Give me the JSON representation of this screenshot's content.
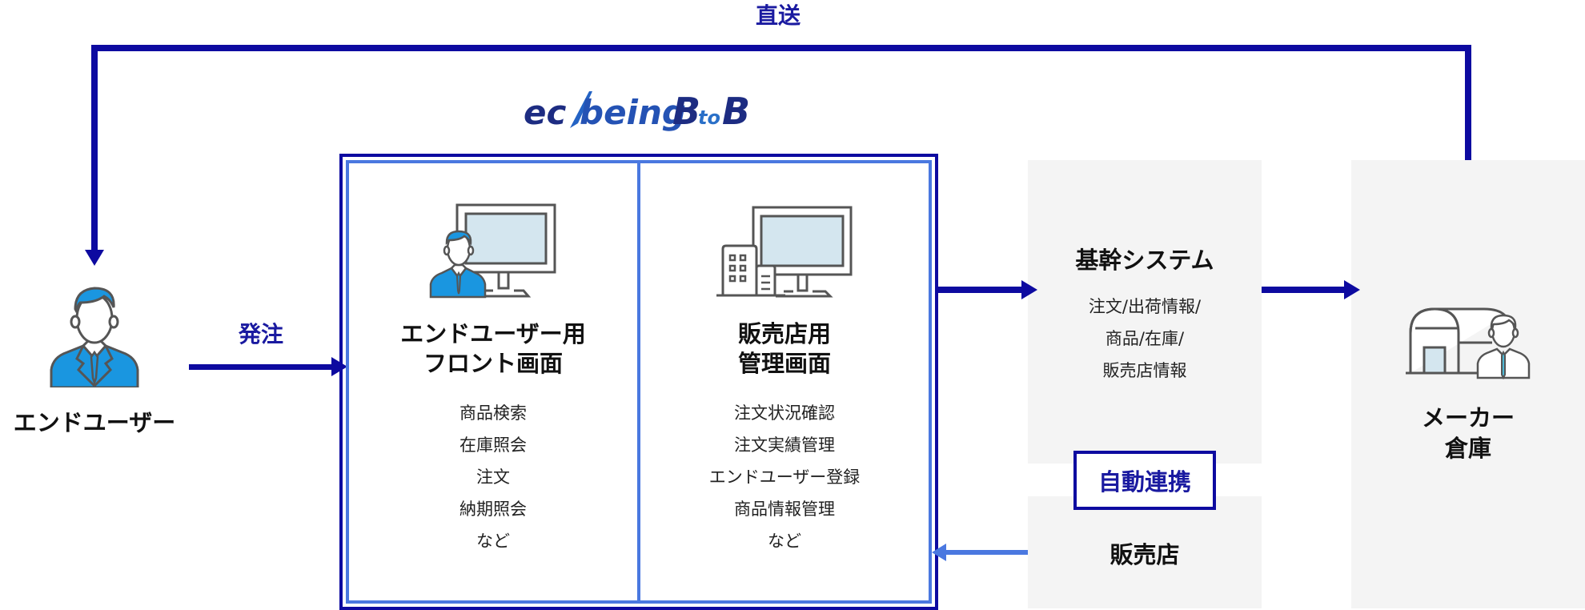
{
  "diagram": {
    "title_logo": {
      "prefix": "ec",
      "mark": "being",
      "middle": "B",
      "to": "to",
      "suffix": "B"
    },
    "labels": {
      "direct_ship": "直送",
      "order": "発注",
      "auto_link": "自動連携"
    },
    "end_user": {
      "label": "エンドユーザー"
    },
    "front_panel": {
      "title_line1": "エンドユーザー用",
      "title_line2": "フロント画面",
      "items": [
        "商品検索",
        "在庫照会",
        "注文",
        "納期照会",
        "など"
      ]
    },
    "admin_panel": {
      "title_line1": "販売店用",
      "title_line2": "管理画面",
      "items": [
        "注文状況確認",
        "注文実績管理",
        "エンドユーザー登録",
        "商品情報管理",
        "など"
      ]
    },
    "core_system": {
      "title": "基幹システム",
      "items": [
        "注文/出荷情報/",
        "商品/在庫/",
        "販売店情報"
      ]
    },
    "dealer": {
      "label": "販売店"
    },
    "maker": {
      "label_line1": "メーカー",
      "label_line2": "倉庫"
    },
    "colors": {
      "arrow_dark": "#0d0aa0",
      "arrow_light": "#4a78e0",
      "label_blue": "#1a1aa0",
      "panel_gray": "#f4f4f4",
      "person_suit": "#1a96e0",
      "screen_fill": "#d4e6ef",
      "tie_light": "#4fb8d4"
    }
  }
}
